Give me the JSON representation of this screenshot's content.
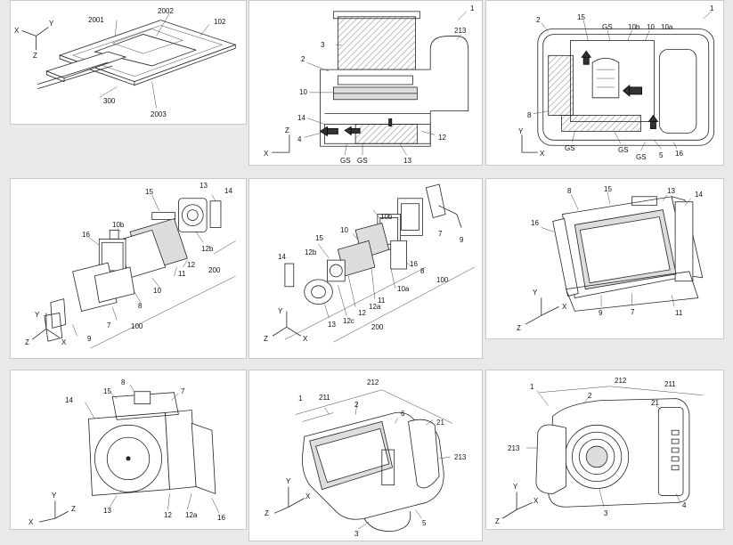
{
  "figures": [
    {
      "id": "panel-1",
      "labels": [
        "2001",
        "2002",
        "102",
        "300",
        "2003"
      ],
      "axes": [
        "X",
        "Y",
        "Z"
      ]
    },
    {
      "id": "panel-2",
      "labels": [
        "1",
        "213",
        "3",
        "2",
        "10",
        "14",
        "4",
        "12",
        "GS",
        "GS",
        "13"
      ],
      "axes": [
        "Z",
        "X"
      ]
    },
    {
      "id": "panel-3",
      "labels": [
        "1",
        "2",
        "15",
        "10b",
        "10",
        "10a",
        "GS",
        "8",
        "GS",
        "GS",
        "GS",
        "5",
        "16"
      ],
      "axes": [
        "Y",
        "X"
      ]
    },
    {
      "id": "panel-4",
      "labels": [
        "13",
        "14",
        "15",
        "10b",
        "12b",
        "16",
        "11",
        "12",
        "200",
        "10",
        "8",
        "7",
        "9",
        "100"
      ],
      "axes": [
        "Y",
        "X",
        "Z"
      ]
    },
    {
      "id": "panel-5",
      "labels": [
        "10b",
        "15",
        "10",
        "12b",
        "7",
        "9",
        "14",
        "16",
        "8",
        "100",
        "11",
        "12",
        "12a",
        "10a",
        "12c",
        "13",
        "200"
      ],
      "axes": [
        "Y",
        "X",
        "Z"
      ]
    },
    {
      "id": "panel-6",
      "labels": [
        "8",
        "15",
        "13",
        "14",
        "16",
        "9",
        "7",
        "11"
      ],
      "axes": [
        "Y",
        "X",
        "Z"
      ]
    },
    {
      "id": "panel-7",
      "labels": [
        "8",
        "15",
        "7",
        "14",
        "13",
        "12",
        "12a",
        "16"
      ],
      "axes": [
        "Y",
        "X",
        "Z"
      ]
    },
    {
      "id": "panel-8",
      "labels": [
        "212",
        "1",
        "211",
        "2",
        "6",
        "21",
        "213",
        "5",
        "3"
      ],
      "axes": [
        "Y",
        "X",
        "Z"
      ]
    },
    {
      "id": "panel-9",
      "labels": [
        "1",
        "212",
        "211",
        "2",
        "21",
        "213",
        "3",
        "4"
      ],
      "axes": [
        "Y",
        "X",
        "Z"
      ]
    }
  ]
}
